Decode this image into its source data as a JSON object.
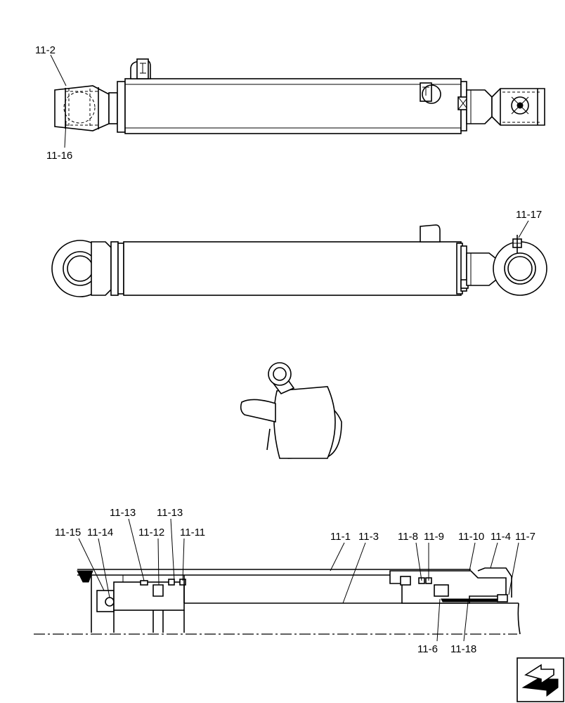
{
  "callouts": {
    "c_11_2": "11-2",
    "c_11_16": "11-16",
    "c_11_17": "11-17",
    "c_11_13a": "11-13",
    "c_11_13b": "11-13",
    "c_11_15": "11-15",
    "c_11_14": "11-14",
    "c_11_12": "11-12",
    "c_11_11": "11-11",
    "c_11_1": "11-1",
    "c_11_3": "11-3",
    "c_11_8": "11-8",
    "c_11_9": "11-9",
    "c_11_10": "11-10",
    "c_11_4": "11-4",
    "c_11_7": "11-7",
    "c_11_6": "11-6",
    "c_11_18": "11-18"
  },
  "nav_icon": "next-page-arrow-icon"
}
